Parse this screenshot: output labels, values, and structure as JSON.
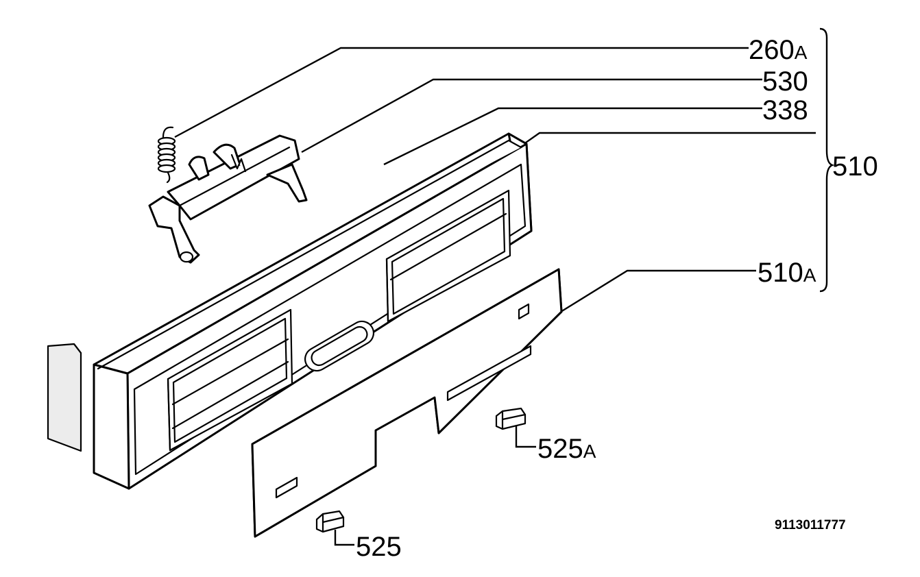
{
  "diagram": {
    "document_number": "9113011777",
    "callouts": {
      "spring": {
        "number": "260",
        "suffix": "A"
      },
      "handle": {
        "number": "530",
        "suffix": ""
      },
      "latch": {
        "number": "338",
        "suffix": ""
      },
      "panel_assembly": {
        "number": "510",
        "suffix": ""
      },
      "front_panel": {
        "number": "510",
        "suffix": "A"
      },
      "knob_right": {
        "number": "525",
        "suffix": "A"
      },
      "knob_left": {
        "number": "525",
        "suffix": ""
      }
    }
  }
}
